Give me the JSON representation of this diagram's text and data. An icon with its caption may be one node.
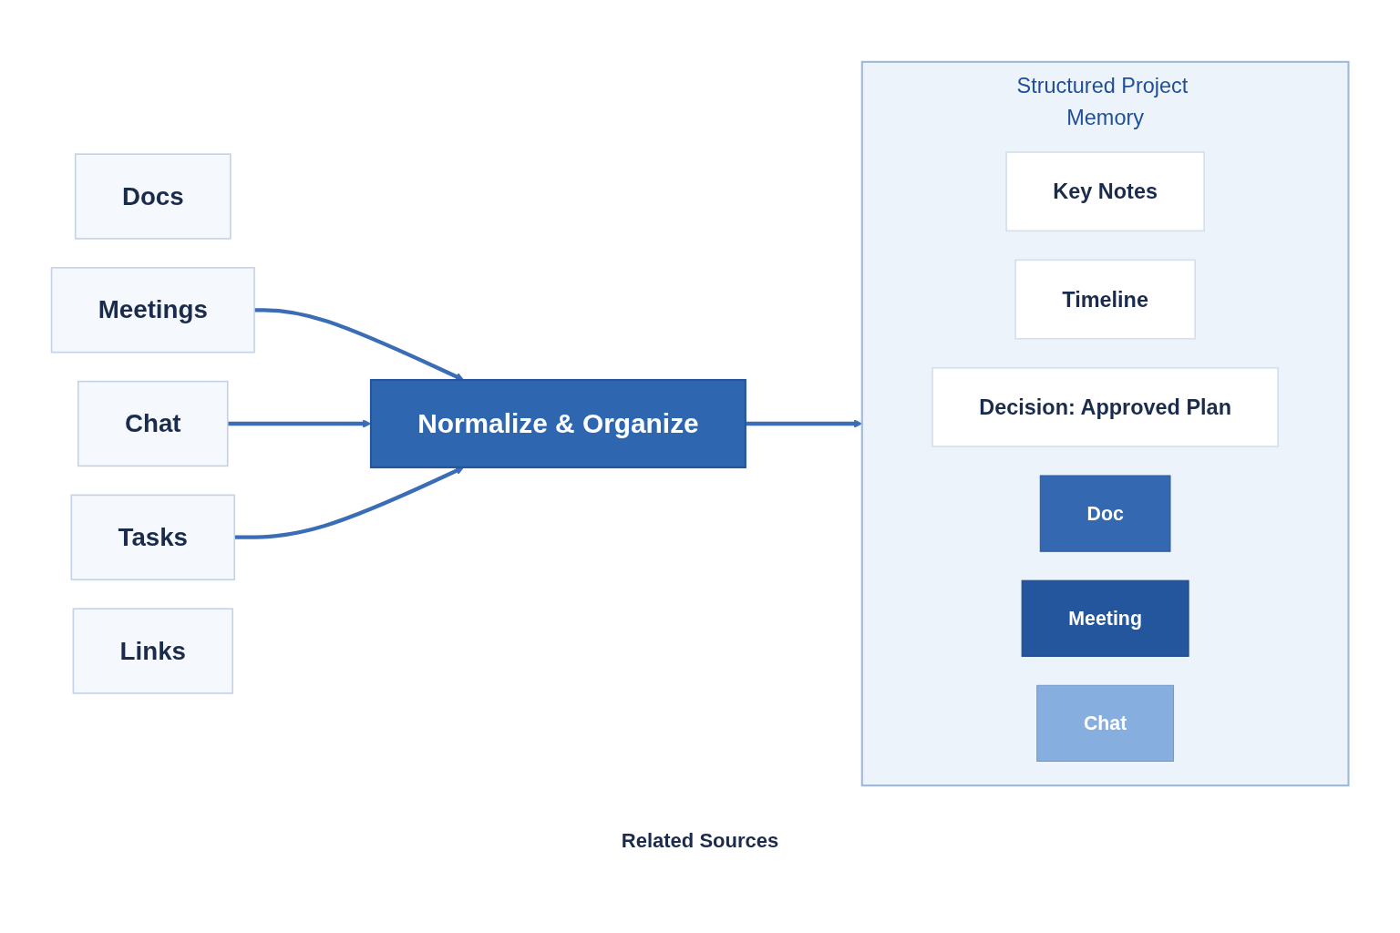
{
  "diagram": {
    "nodes": [
      {
        "text": [
          "Docs"
        ]
      },
      {
        "text": [
          "Meetings"
        ]
      },
      {
        "text": [
          "Chat"
        ]
      },
      {
        "text": [
          "Tasks"
        ]
      },
      {
        "text": [
          "Links"
        ]
      },
      {
        "text": [
          "Normalize & Organize"
        ]
      },
      {
        "text": [
          "Structured Project Memory"
        ]
      },
      {
        "text": [
          "Key Notes"
        ],
        "in": 6
      },
      {
        "text": [
          "Timeline"
        ],
        "in": 6
      },
      {
        "text": [
          "Decision: Approved Plan"
        ],
        "in": 6
      },
      {
        "text": [
          "Doc"
        ],
        "in": 6
      },
      {
        "text": [
          "Meeting"
        ],
        "in": 6
      },
      {
        "text": [
          "Chat"
        ],
        "in": 6
      }
    ],
    "edges": [
      {
        "from": 1,
        "to": 5,
        "arrow": "to"
      },
      {
        "from": 2,
        "to": 5,
        "arrow": "to"
      },
      {
        "from": 3,
        "to": 5,
        "arrow": "to"
      },
      {
        "from": 5,
        "to": 6,
        "arrow": "to"
      }
    ],
    "labels": [
      "Related Sources"
    ]
  }
}
